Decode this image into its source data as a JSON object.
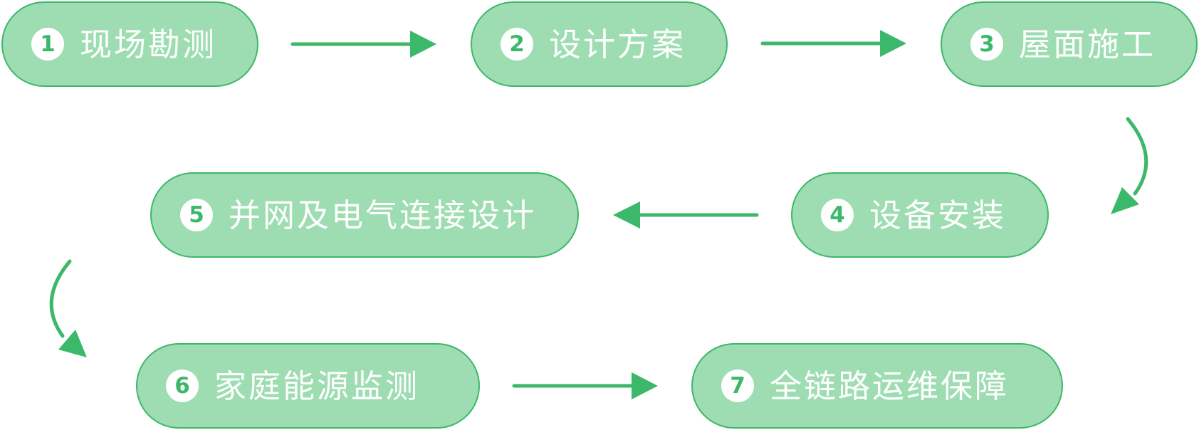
{
  "steps": [
    {
      "number": "1",
      "label": "现场勘测"
    },
    {
      "number": "2",
      "label": "设计方案"
    },
    {
      "number": "3",
      "label": "屋面施工"
    },
    {
      "number": "4",
      "label": "设备安装"
    },
    {
      "number": "5",
      "label": "并网及电气连接设计"
    },
    {
      "number": "6",
      "label": "家庭能源监测"
    },
    {
      "number": "7",
      "label": "全链路运维保障"
    }
  ],
  "colors": {
    "pill_fill": "#9dddb1",
    "pill_border": "#3cb86a",
    "arrow": "#3cb86a",
    "text": "#ffffff"
  }
}
